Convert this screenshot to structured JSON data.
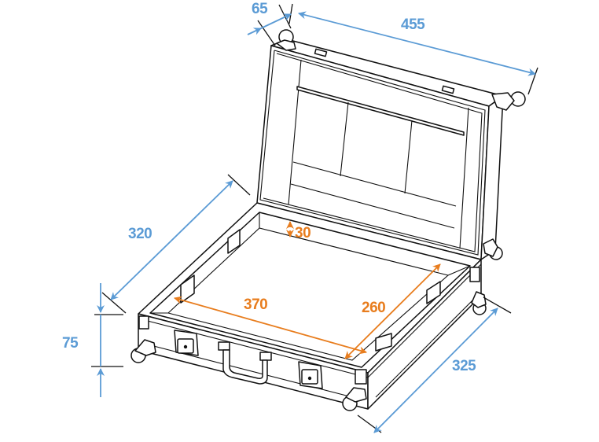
{
  "diagram": {
    "subject": "Open flight case with handle, latches and ball corners — dimension drawing",
    "unit": "mm",
    "colors": {
      "outer_dimensions": "#5b9bd5",
      "inner_dimensions": "#e87d1e",
      "outline": "#111111",
      "background": "#ffffff"
    },
    "outer_dimensions": {
      "lid_depth": "65",
      "width": "455",
      "depth": "325",
      "inner_lid_side": "320",
      "base_height": "75"
    },
    "inner_dimensions": {
      "inner_width": "370",
      "inner_depth": "260",
      "inner_height": "30"
    },
    "labels": [
      {
        "id": "dim-65",
        "text": "65",
        "color": "blue"
      },
      {
        "id": "dim-455",
        "text": "455",
        "color": "blue"
      },
      {
        "id": "dim-320",
        "text": "320",
        "color": "blue"
      },
      {
        "id": "dim-75",
        "text": "75",
        "color": "blue"
      },
      {
        "id": "dim-325",
        "text": "325",
        "color": "blue"
      },
      {
        "id": "dim-30",
        "text": "30",
        "color": "orange"
      },
      {
        "id": "dim-370",
        "text": "370",
        "color": "orange"
      },
      {
        "id": "dim-260",
        "text": "260",
        "color": "orange"
      }
    ]
  }
}
